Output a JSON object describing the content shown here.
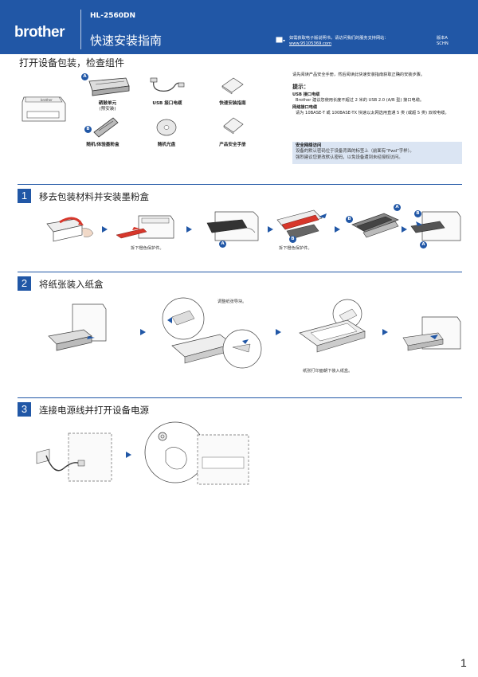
{
  "header": {
    "brand": "brother",
    "model": "HL-2560DN",
    "title": "快速安装指南",
    "note_line1": "如需获取电子版说明书，请访问我们的服务支持网站：",
    "note_url": "www.95105369.com",
    "version_line1": "版本A",
    "version_line2": "SCHN",
    "accent_color": "#2157a6"
  },
  "unpack": {
    "title": "打开设备包装，检查组件",
    "components": [
      {
        "label_line1": "硒鼓单元",
        "label_line2": "(预安装)",
        "badge": "A"
      },
      {
        "label_line1": "USB 接口电缆",
        "label_line2": ""
      },
      {
        "label_line1": "快速安装指南",
        "label_line2": ""
      },
      {
        "label_line1": "随机/体验墨粉盒",
        "label_line2": "",
        "badge": "B"
      },
      {
        "label_line1": "随机光盘",
        "label_line2": ""
      },
      {
        "label_line1": "产品安全手册",
        "label_line2": ""
      }
    ],
    "intro": "请先阅读产品安全手册，然后阅读此快速安装指南获取正确的安装步骤。",
    "tips_title": "提示：",
    "tips": [
      {
        "head": "USB 接口电缆",
        "body": "Brother 建议您使用长度不超过 2 米的 USB 2.0 (A/B 型) 接口电缆。"
      },
      {
        "head": "网络接口电缆",
        "body": "请为 10BASE-T 或 100BASE-TX 快速以太网选用直通 5 类 (或超 5 类) 双绞电缆。"
      }
    ],
    "security_title": "安全网络访问",
    "security_line1": "设备的默认密码位于设备背面的标签上（前面有“Pwd”字样）。",
    "security_line2": "强烈建议您更改默认密码，以免设备遭到未经授权访问。"
  },
  "steps": [
    {
      "number": "1",
      "title": "移去包装材料并安装墨粉盒",
      "captions": [
        "拆下橙色保护件。",
        "拆下橙色保护件。"
      ]
    },
    {
      "number": "2",
      "title": "将纸张装入纸盒",
      "captions": [
        "调整纸张导块。",
        "纸张打印面朝下装入纸盒。"
      ]
    },
    {
      "number": "3",
      "title": "连接电源线并打开设备电源",
      "captions": []
    }
  ],
  "badges": {
    "a": "A",
    "b": "B"
  },
  "page_number": "1"
}
